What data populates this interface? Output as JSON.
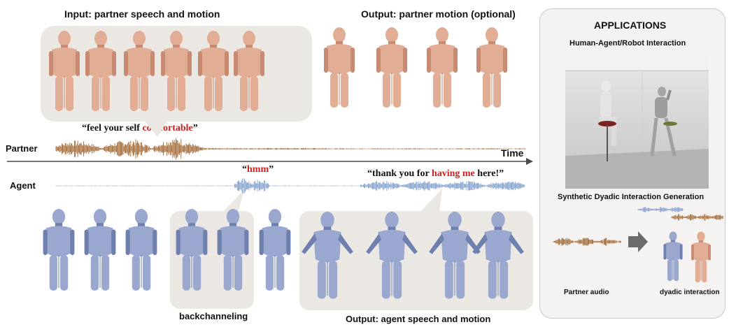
{
  "labels": {
    "input_title": "Input: partner speech and motion",
    "output_partner_title": "Output: partner motion (optional)",
    "partner_label": "Partner",
    "agent_label": "Agent",
    "time_label": "Time",
    "backchanneling_label": "backchanneling",
    "output_agent_title": "Output: agent speech and motion"
  },
  "quotes": {
    "partner": {
      "pre": "“feel your self ",
      "hl": "comfortable",
      "post": "”"
    },
    "agent_backchannel": {
      "pre": "“",
      "hl": "hmm",
      "post": "”"
    },
    "agent_reply": {
      "pre": "“thank you for ",
      "hl": "having me",
      "post": " here!”"
    }
  },
  "applications": {
    "title": "APPLICATIONS",
    "item1_title": "Human-Agent/Robot Interaction",
    "item2_title": "Synthetic Dyadic Interaction Generation",
    "partner_audio_label": "Partner audio",
    "dyadic_label": "dyadic interaction"
  },
  "colors": {
    "partner_body": "#e2ad95",
    "partner_shade": "#c98a72",
    "agent_body": "#9aa8cf",
    "agent_shade": "#6f7fae",
    "partner_wave": "#a0652f",
    "agent_wave": "#7e9dcc",
    "highlight": "#d21f1f",
    "panel_bg": "#ebe7e2"
  },
  "icons": [
    "arrow-right-icon",
    "robot-icon",
    "human-figure-icon"
  ]
}
